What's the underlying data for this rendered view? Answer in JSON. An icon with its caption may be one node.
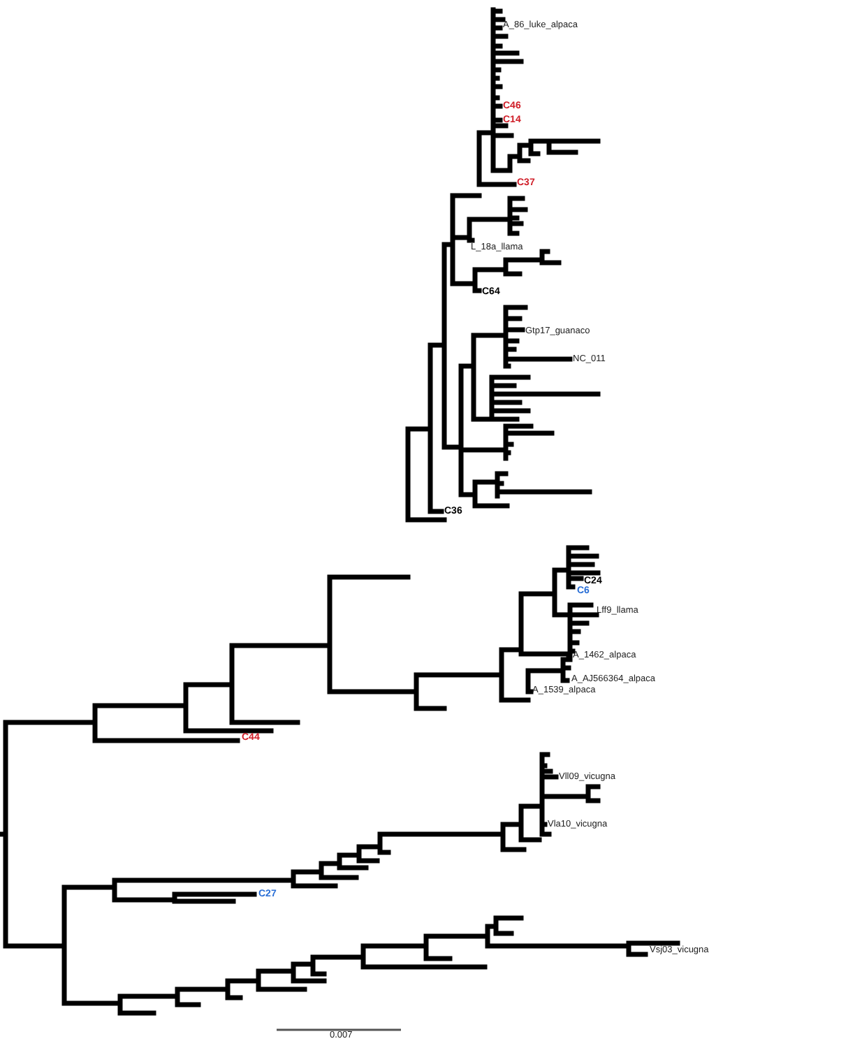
{
  "diagram": {
    "labels": [
      "A_86_luke_alpaca",
      "C46",
      "C14",
      "C37",
      "L_18a_llama",
      "C64",
      "Gtp17_guanaco",
      "NC_011",
      "C36",
      "C24",
      "C6",
      "Lff9_llama",
      "A_1462_alpaca",
      "A_AJ566364_alpaca",
      "A_1539_alpaca",
      "C44",
      "Vll09_vicugna",
      "Vla10_vicugna",
      "C27",
      "Vsj03_vicugna",
      "0.007"
    ]
  }
}
